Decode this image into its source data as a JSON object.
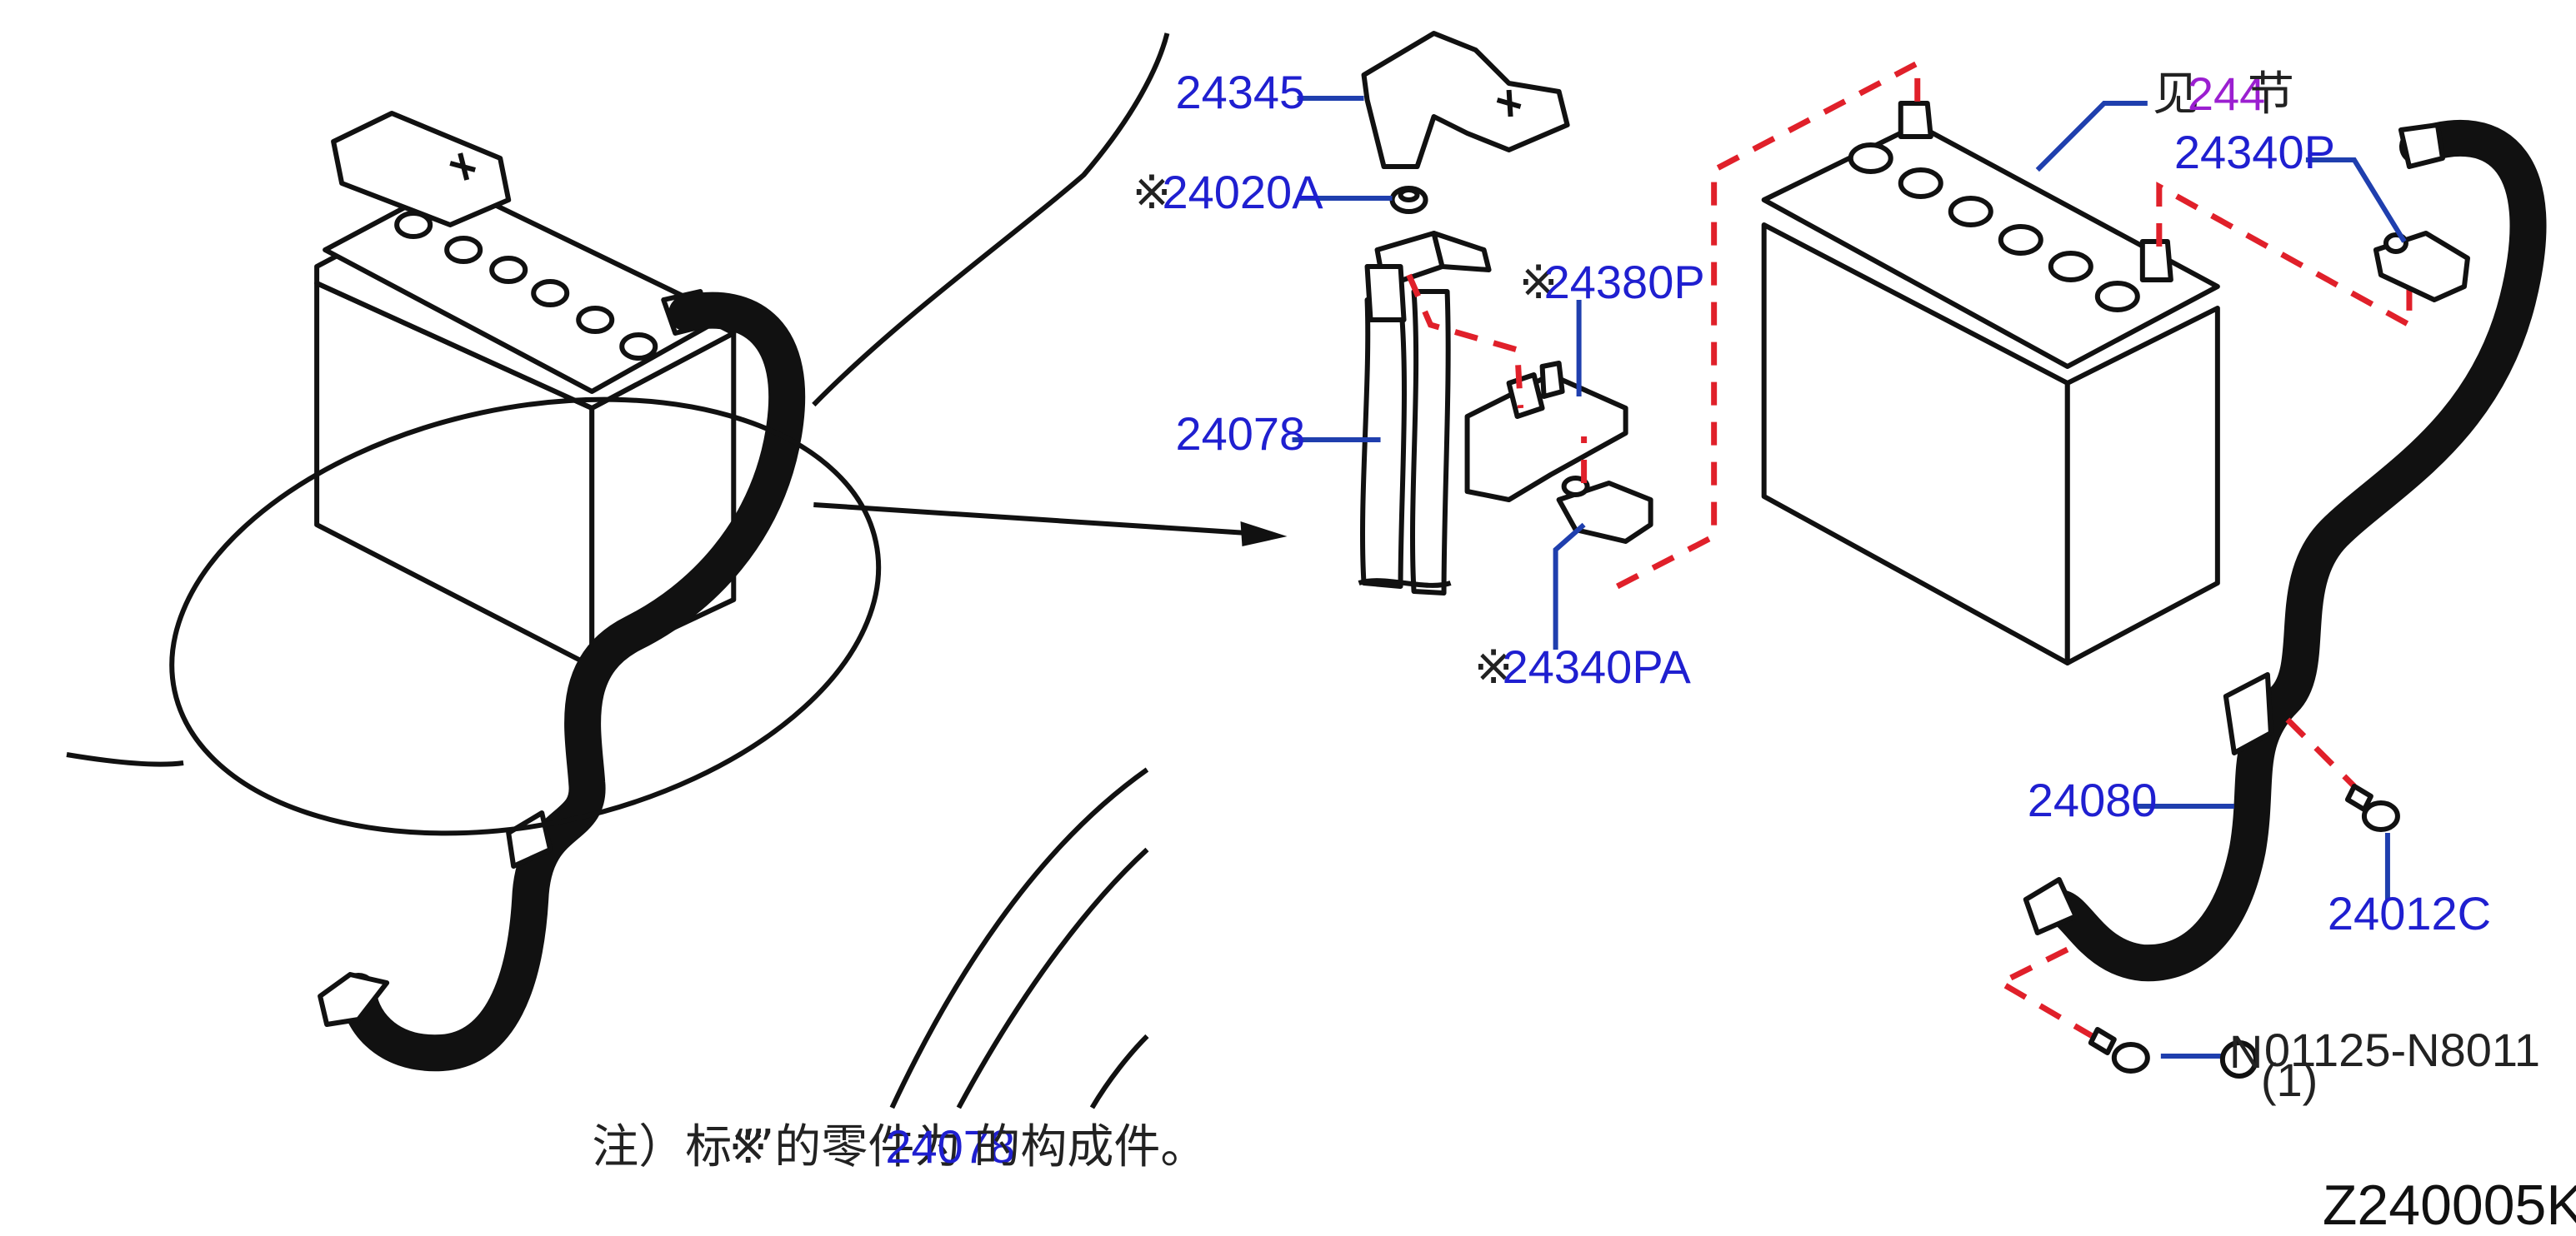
{
  "labels": {
    "p24345": "24345",
    "p24020A": "24020A",
    "p24380P": "24380P",
    "p24078": "24078",
    "p24340PA": "24340PA",
    "p24340P": "24340P",
    "p24080": "24080",
    "p24012C": "24012C",
    "p01125": "01125-N8011",
    "qty": "(1)",
    "n_circle": "N",
    "asterisk": "※"
  },
  "ref": {
    "prefix": "见",
    "section": "244",
    "suffix": "节"
  },
  "note": {
    "part1": "注）标“",
    "part2": "※",
    "part3": "”的零件为",
    "part_no": "24078",
    "part4": "的构成件。"
  },
  "diagram_code": "Z240005K",
  "colors": {
    "label_blue": "#1f1fd0",
    "leader_blue": "#1f3fae",
    "phantom_red": "#e0202a",
    "section_magenta": "#9b1fd0"
  }
}
